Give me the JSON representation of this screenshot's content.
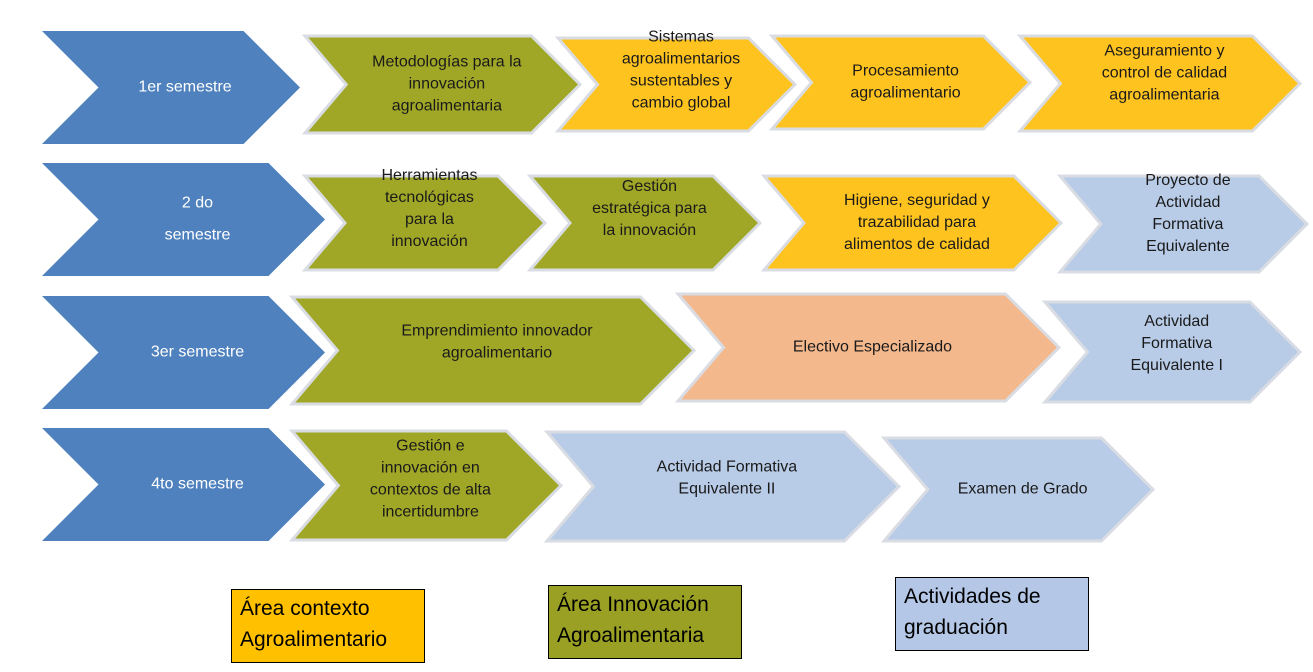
{
  "colors": {
    "semestre": "#4E81BD",
    "innovacion": "#A0A727",
    "contexto": "#FFC31F",
    "graduacion": "#B8CBE7",
    "electivo": "#F4B88D",
    "text_dark": "#1a1a1a",
    "text_light": "#ffffff"
  },
  "rows": [
    {
      "semester": "1er semestre",
      "items": [
        {
          "label": "Metodologías para la innovación agroalimentaria",
          "area": "innovacion"
        },
        {
          "label": "Sistemas agroalimentarios sustentables y cambio global",
          "area": "contexto"
        },
        {
          "label": "Procesamiento agroalimentario",
          "area": "contexto"
        },
        {
          "label": "Aseguramiento y control de calidad agroalimentaria",
          "area": "contexto"
        }
      ]
    },
    {
      "semester": "2 do semestre",
      "items": [
        {
          "label": "Herramientas tecnológicas para la innovación",
          "area": "innovacion"
        },
        {
          "label": "Gestión estratégica para la innovación",
          "area": "innovacion"
        },
        {
          "label": "Higiene, seguridad y trazabilidad para alimentos de calidad",
          "area": "contexto"
        },
        {
          "label": "Proyecto de Actividad Formativa Equivalente",
          "area": "graduacion"
        }
      ]
    },
    {
      "semester": "3er semestre",
      "items": [
        {
          "label": "Emprendimiento innovador agroalimentario",
          "area": "innovacion"
        },
        {
          "label": "Electivo Especializado",
          "area": "electivo"
        },
        {
          "label": "Actividad Formativa Equivalente I",
          "area": "graduacion"
        }
      ]
    },
    {
      "semester": "4to semestre",
      "items": [
        {
          "label": "Gestión e innovación en contextos de alta incertidumbre",
          "area": "innovacion"
        },
        {
          "label": "Actividad Formativa Equivalente II",
          "area": "graduacion"
        },
        {
          "label": "Examen de Grado",
          "area": "graduacion"
        }
      ]
    }
  ],
  "legend": {
    "contexto": [
      "Área contexto",
      "Agroalimentario"
    ],
    "innovacion": [
      "Área Innovación",
      "Agroalimentaria"
    ],
    "graduacion": [
      "Actividades de",
      "graduación"
    ]
  }
}
